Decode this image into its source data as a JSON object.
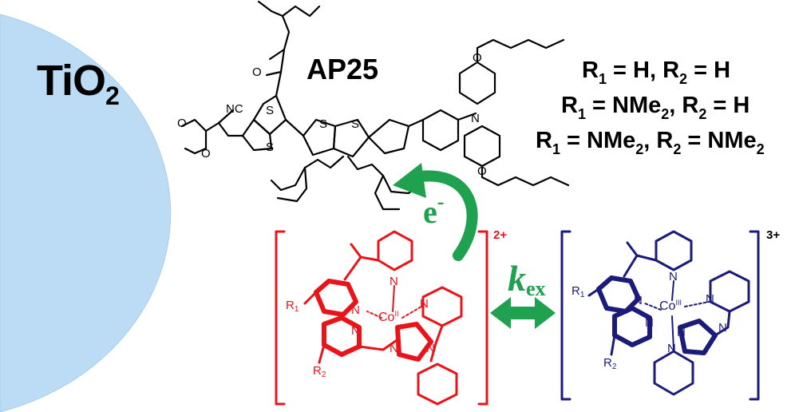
{
  "labels": {
    "substrate_main": "TiO",
    "substrate_sub": "2",
    "dye": "AP25",
    "electron_main": "e",
    "electron_sup": "-",
    "kex_main": "k",
    "kex_sub": "ex",
    "charge_red": "2+",
    "charge_blue": "3+"
  },
  "substituents": [
    {
      "r1": "R",
      "r1_sub": "1",
      "eq1": " = H, ",
      "r2": "R",
      "r2_sub": "2",
      "eq2": " = H"
    },
    {
      "r1": "R",
      "r1_sub": "1",
      "eq1": " = NMe",
      "eq1_sub": "2",
      "mid": ", ",
      "r2": "R",
      "r2_sub": "2",
      "eq2": " = H"
    },
    {
      "r1": "R",
      "r1_sub": "1",
      "eq1": " = NMe",
      "eq1_sub": "2",
      "mid": ", ",
      "r2": "R",
      "r2_sub": "2",
      "eq2": " = NMe",
      "eq2_sub": "2"
    }
  ],
  "atoms": {
    "N": "N",
    "S": "S",
    "O": "O",
    "NC": "NC",
    "R": "R",
    "sub1": "1",
    "sub2": "2",
    "co": "Co",
    "co_ii": "II",
    "co_iii": "III"
  },
  "colors": {
    "tio2_fill": "#bcdcf6",
    "complex_ii": "#e8141a",
    "complex_iii": "#1b1b7a",
    "arrow_green": "#1fa14f"
  }
}
